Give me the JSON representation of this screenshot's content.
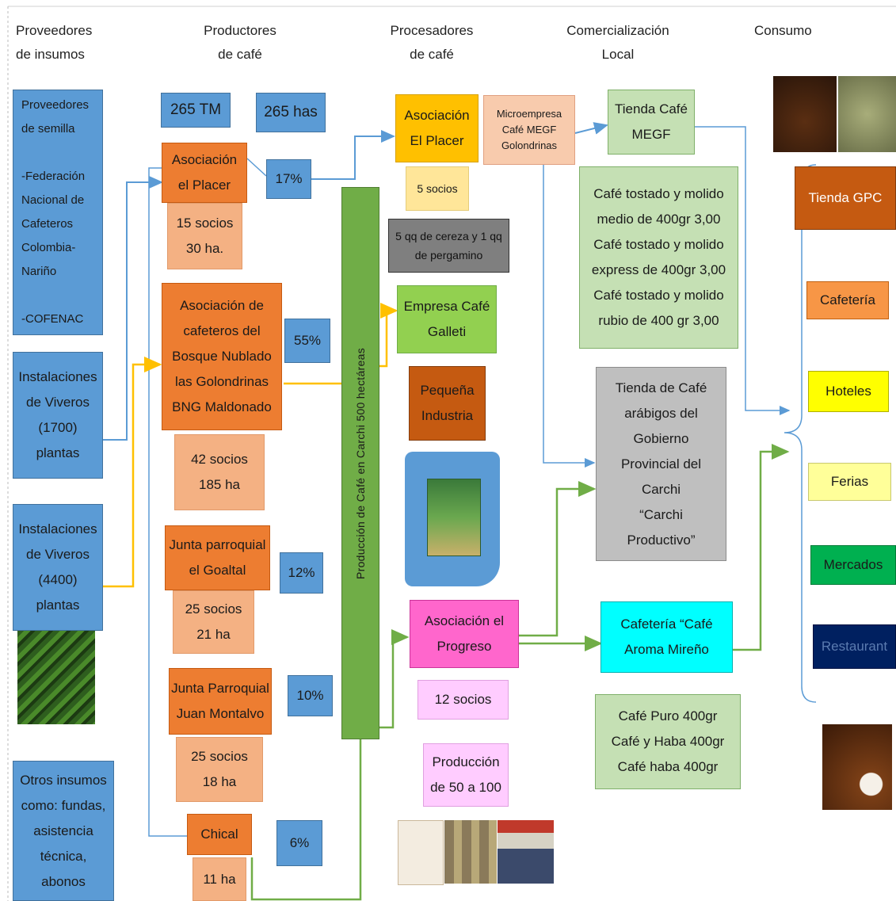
{
  "headers": {
    "proveedores": [
      "Proveedores",
      "de insumos"
    ],
    "productores": [
      "Productores",
      "de café"
    ],
    "procesadores": [
      "Procesadores",
      "de café"
    ],
    "comercializacion": [
      "Comercialización",
      "Local"
    ],
    "consumo": "Consumo"
  },
  "proveedores": {
    "semilla": [
      "Proveedores",
      "de semilla",
      "",
      "-Federación",
      "Nacional de",
      "Cafeteros",
      "Colombia-",
      "Nariño",
      "",
      "-COFENAC"
    ],
    "viveros1": [
      "Instalaciones",
      "de Viveros",
      "(1700)",
      "plantas"
    ],
    "viveros2": [
      "Instalaciones",
      "de Viveros",
      "(4400)",
      "plantas"
    ],
    "otros": [
      "Otros insumos",
      "como: fundas,",
      "asistencia",
      "técnica,",
      "abonos"
    ]
  },
  "productores": {
    "tm": "265 TM",
    "has": "265 has",
    "placer": {
      "name": [
        "Asociación",
        "el Placer"
      ],
      "pct": "17%",
      "info": [
        "15 socios",
        "30 ha."
      ]
    },
    "bosque": {
      "name": [
        "Asociación de",
        "cafeteros del",
        "Bosque Nublado",
        "las Golondrinas",
        "BNG Maldonado"
      ],
      "pct": "55%",
      "info": [
        "42 socios",
        "185 ha"
      ]
    },
    "goaltal": {
      "name": [
        "Junta parroquial",
        "el Goaltal"
      ],
      "pct": "12%",
      "info": [
        "25 socios",
        "21 ha"
      ]
    },
    "montalvo": {
      "name": [
        "Junta Parroquial",
        "Juan Montalvo"
      ],
      "pct": "10%",
      "info": [
        "25 socios",
        "18 ha"
      ]
    },
    "chical": {
      "name": "Chical",
      "pct": "6%",
      "info": "11 ha"
    }
  },
  "produccion_bar": "Producción de Café en Carchi 500 hectáreas",
  "procesadores": {
    "placer": [
      "Asociación",
      "El Placer"
    ],
    "placer_socios": "5 socios",
    "cereza": [
      "5 qq de cereza y 1 qq",
      "de pergamino"
    ],
    "galleti": [
      "Empresa Café",
      "Galleti"
    ],
    "pequena": [
      "Pequeña",
      "Industria"
    ],
    "progreso": [
      "Asociación el",
      "Progreso"
    ],
    "progreso_socios": "12 socios",
    "produccion": [
      "Producción",
      "de 50 a 100"
    ]
  },
  "comercializacion": {
    "microempresa": [
      "Microempresa",
      "Café MEGF",
      "Golondrinas"
    ],
    "tienda_megf": [
      "Tienda Café",
      "MEGF"
    ],
    "productos_megf": [
      "Café tostado y molido",
      "medio de 400gr 3,00",
      "Café tostado y molido",
      "express de 400gr 3,00",
      "Café tostado y molido",
      "rubio de 400 gr 3,00"
    ],
    "tienda_gpc": [
      "Tienda de Café",
      "arábigos del",
      "Gobierno",
      "Provincial del",
      "Carchi",
      "“Carchi",
      "Productivo”"
    ],
    "cafeteria_aroma": [
      "Cafetería  “Café",
      "Aroma Mireño"
    ],
    "productos_aroma": [
      "Café Puro 400gr",
      "Café y Haba 400gr",
      "Café haba 400gr"
    ]
  },
  "consumo": {
    "tienda_gpc": "Tienda GPC",
    "cafeteria": "Cafetería",
    "hoteles": "Hoteles",
    "ferias": "Ferias",
    "mercados": "Mercados",
    "restaurant": "Restaurant"
  },
  "colors": {
    "blue": "#5b9bd5",
    "orange": "#ed7d31",
    "salmon": "#f4b183",
    "yellow_line": "#ffc000",
    "green_line": "#70ad47",
    "blue_line": "#5b9bd5"
  }
}
